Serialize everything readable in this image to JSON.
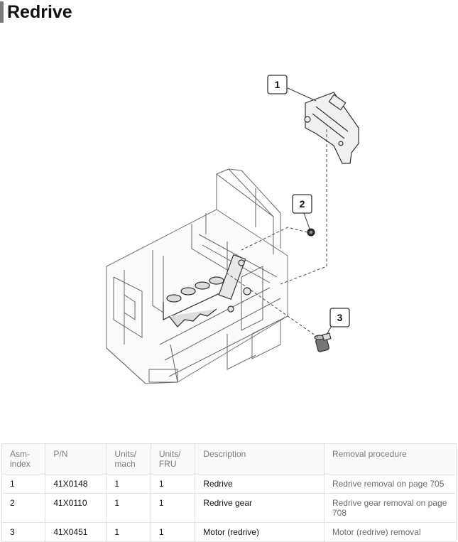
{
  "page": {
    "title": "Redrive"
  },
  "figure": {
    "callouts": [
      "1",
      "2",
      "3"
    ]
  },
  "table": {
    "headers": [
      "Asm-\nindex",
      "P/N",
      "Units/\nmach",
      "Units/\nFRU",
      "Description",
      "Removal procedure"
    ],
    "rows": [
      {
        "asm": "1",
        "pn": "41X0148",
        "mach": "1",
        "fru": "1",
        "desc": "Redrive",
        "removal": "Redrive removal on page 705"
      },
      {
        "asm": "2",
        "pn": "41X0110",
        "mach": "1",
        "fru": "1",
        "desc": "Redrive gear",
        "removal": "Redrive gear removal on page 708"
      },
      {
        "asm": "3",
        "pn": "41X0451",
        "mach": "1",
        "fru": "1",
        "desc": "Motor (redrive)",
        "removal": "Motor (redrive) removal"
      }
    ]
  }
}
